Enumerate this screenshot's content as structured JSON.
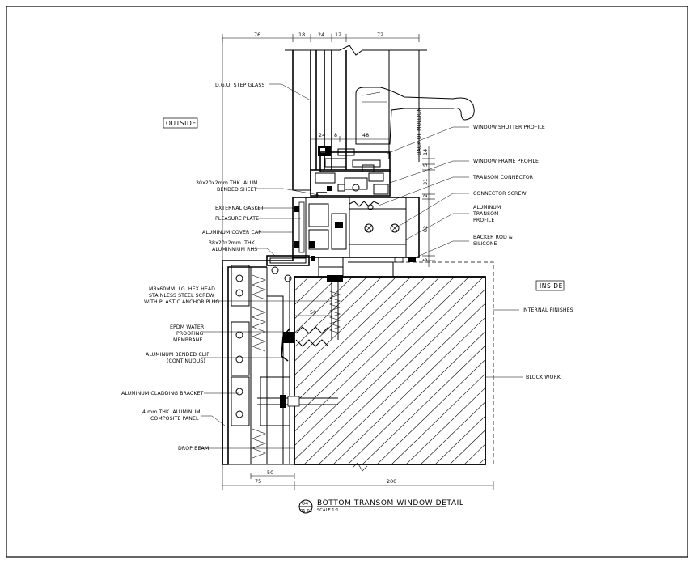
{
  "title": "BOTTOM TRANSOM WINDOW DETAIL",
  "scale": "SCALE 1:1",
  "detail_number": "04",
  "sheet_ref": "01-02",
  "zones": {
    "outside": "OUTSIDE",
    "inside": "INSIDE"
  },
  "dimensions_top": [
    "76",
    "18",
    "24",
    "12",
    "72"
  ],
  "dimensions_glass": [
    "24",
    "8",
    "48"
  ],
  "dimensions_vertical": [
    "14",
    "5",
    "31",
    "2",
    "82",
    "5"
  ],
  "back_of_mullion": "BACK OF MULLION",
  "dimension_50_mid": "50",
  "dimensions_bottom": [
    "50",
    "75",
    "200"
  ],
  "labels_left": [
    "D.G.U. STEP GLASS",
    "30x20x2mm THK. ALUM",
    "BENDED SHEET",
    "EXTERNAL GASKET",
    "PLEASURE PLATE",
    "ALUMINUM COVER CAP",
    "38x20x2mm. THK.",
    "ALUMINNIUM RHS",
    "M8x60MM. LG. HEX HEAD",
    "STAINLESS STEEL SCREW",
    "WITH PLASTIC ANCHOR PLUG",
    "EPDM WATER",
    "PROOFING",
    "MEMBRANE",
    "ALUMINUM BENDED CLIP",
    "(CONTINUOUS)",
    "ALUMINUM CLADDING BRACKET",
    "4 mm THK. ALUMINUM",
    "COMPOSITE PANEL",
    "DROP BEAM"
  ],
  "labels_right": [
    "WINDOW SHUTTER PROFILE",
    "WINDOW FRAME PROFILE",
    "TRANSOM CONNECTOR",
    "CONNECTOR SCREW",
    "ALUMINUM",
    "TRANSOM",
    "PROFILE",
    "BACKER ROD &",
    "SILICONE",
    "INTERNAL FINISHES",
    "BLOCK WORK"
  ]
}
